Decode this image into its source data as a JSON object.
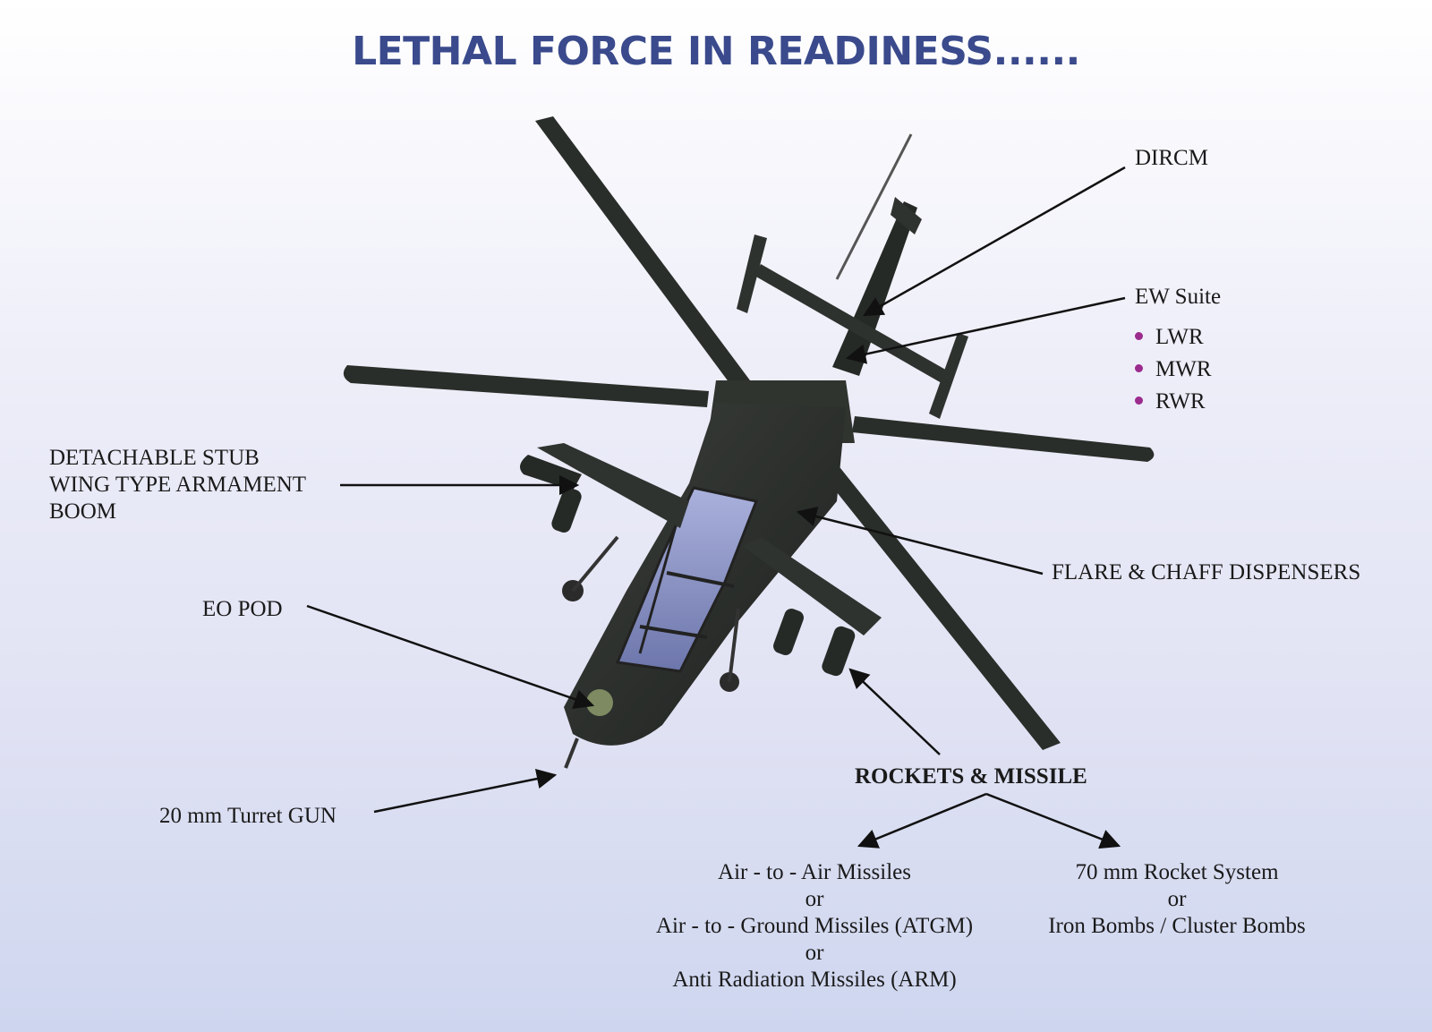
{
  "title": "LETHAL FORCE IN READINESS......",
  "labels": {
    "dircm": "DIRCM",
    "ew_suite": "EW Suite",
    "ew_items": [
      "LWR",
      "MWR",
      "RWR"
    ],
    "stub_wing": [
      "DETACHABLE STUB",
      "WING TYPE ARMAMENT",
      "BOOM"
    ],
    "flare_chaff": "FLARE & CHAFF DISPENSERS",
    "eo_pod": "EO POD",
    "turret_gun": "20 mm Turret GUN",
    "rockets_missile": "ROCKETS & MISSILE"
  },
  "missiles": [
    "Air - to - Air Missiles",
    "or",
    "Air - to - Ground Missiles (ATGM)",
    "or",
    "Anti Radiation Missiles (ARM)"
  ],
  "rockets": [
    "70 mm Rocket System",
    "or",
    "Iron Bombs / Cluster Bombs"
  ],
  "colors": {
    "title": "#3a4a8c",
    "bullet": "#9b2c8e",
    "helicopter": "#2b2f2b",
    "canopy": "#8f98c8"
  }
}
